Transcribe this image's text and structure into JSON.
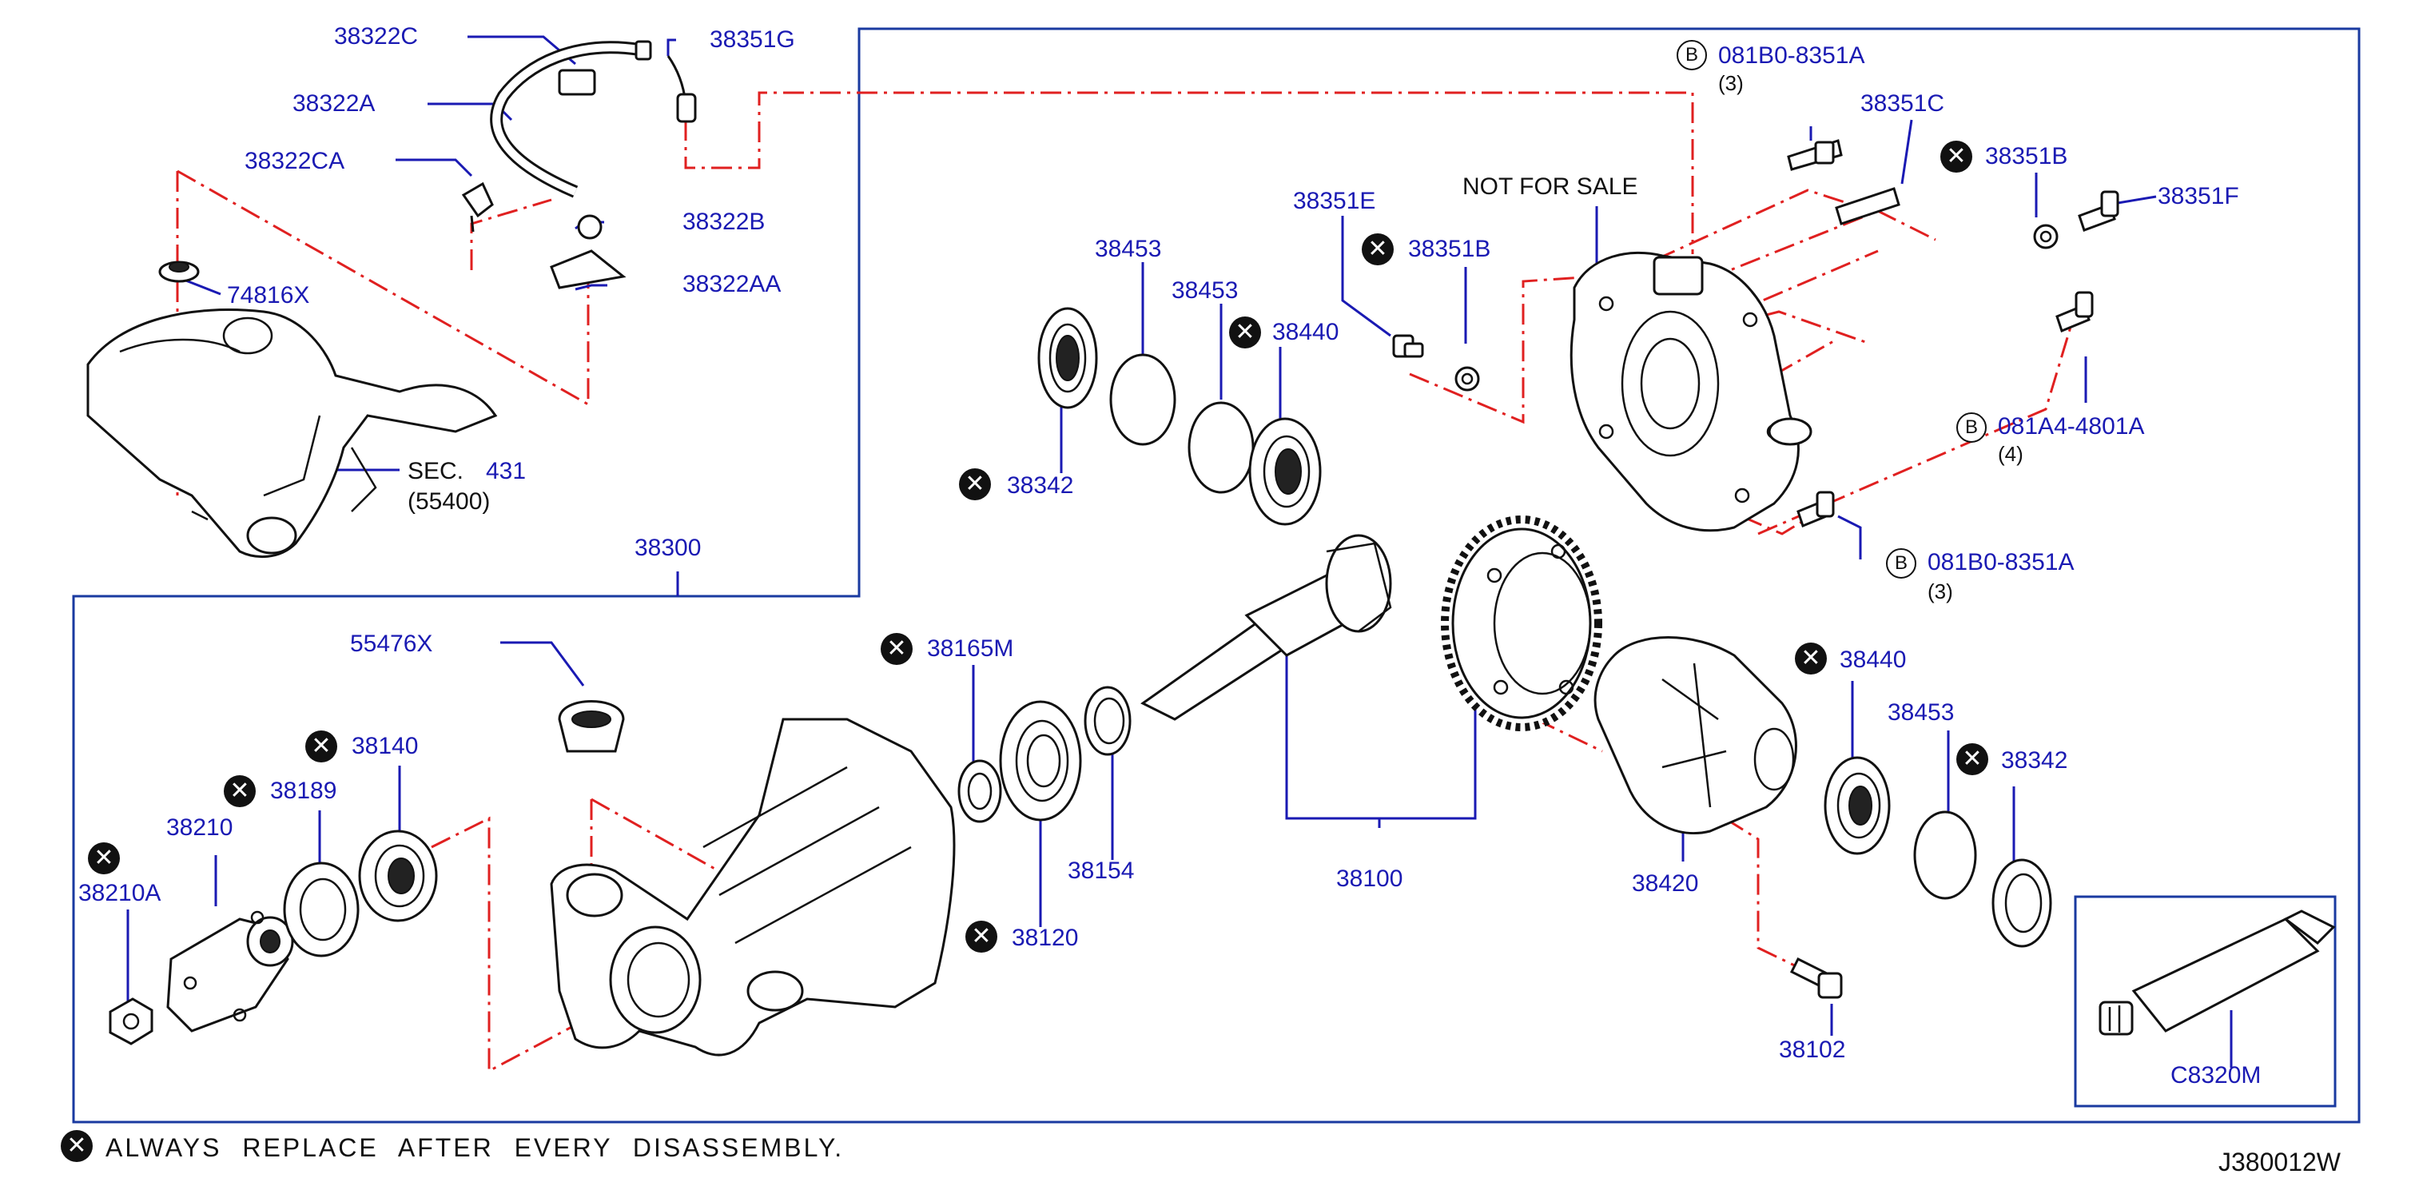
{
  "labels": {
    "p38322C": "38322C",
    "p38351G": "38351G",
    "p38322A": "38322A",
    "p38322CA": "38322CA",
    "p38322B": "38322B",
    "p38322AA": "38322AA",
    "p74816X": "74816X",
    "sec_prefix": "SEC.",
    "sec_num": "431",
    "sec_sub": "(55400)",
    "p38300": "38300",
    "p081B0_top": "081B0-8351A",
    "qty_top": "(3)",
    "p38351C": "38351C",
    "p38351B_r": "38351B",
    "p38351F": "38351F",
    "not_for_sale": "NOT    FOR    SALE",
    "p38351E": "38351E",
    "p38351B_l": "38351B",
    "p38453_a": "38453",
    "p38453_b": "38453",
    "p38440_a": "38440",
    "p38342_a": "38342",
    "p081A4": "081A4-4801A",
    "qty_mid": "(4)",
    "p081B0_bot": "081B0-8351A",
    "qty_bot": "(3)",
    "p55476X": "55476X",
    "p38165M": "38165M",
    "p38140": "38140",
    "p38189": "38189",
    "p38210": "38210",
    "p38210A": "38210A",
    "p38154": "38154",
    "p38120": "38120",
    "p38100": "38100",
    "p38440_b": "38440",
    "p38453_c": "38453",
    "p38342_b": "38342",
    "p38420": "38420",
    "p38102": "38102",
    "pC8320M": "C8320M"
  },
  "symbols": {
    "replace_mark": "✕",
    "bolt_mark": "B"
  },
  "footer": {
    "note": "ALWAYS REPLACE AFTER EVERY DISASSEMBLY.",
    "diagram_code": "J380012W"
  },
  "colors": {
    "label": "#1a1ab3",
    "leader": "#1a1ab3",
    "phantom": "#e02020",
    "frame": "#1a3aa0",
    "drawing": "#111111"
  }
}
